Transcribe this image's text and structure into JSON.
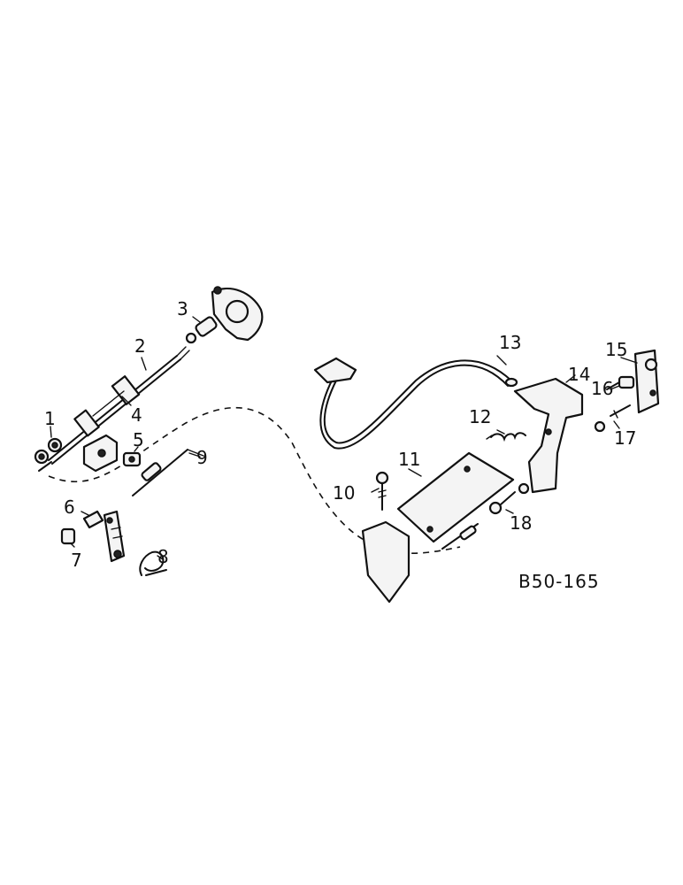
{
  "callouts": [
    "1",
    "2",
    "3",
    "4",
    "5",
    "6",
    "7",
    "8",
    "9",
    "10",
    "11",
    "12",
    "13",
    "14",
    "15",
    "16",
    "17",
    "18"
  ],
  "drawing_code": "B50-165"
}
